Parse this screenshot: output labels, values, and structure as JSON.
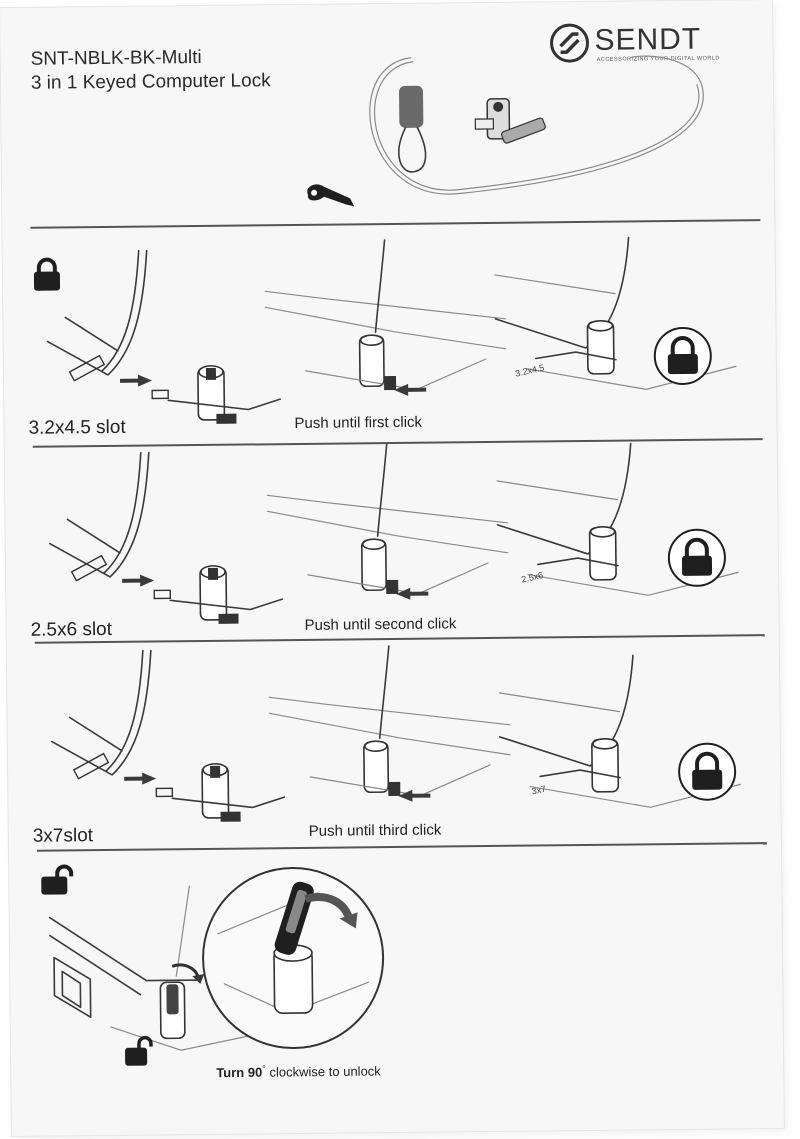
{
  "header": {
    "model": "SNT-NBLK-BK-Multi",
    "product": "3 in 1 Keyed Computer Lock"
  },
  "brand": {
    "name": "SENDT",
    "tagline": "ACCESSORIZING YOUR DIGITAL WORLD"
  },
  "steps": [
    {
      "slot_label": "3.2x4.5 slot",
      "caption": "Push until first click",
      "slot_marking": "3.2x4.5"
    },
    {
      "slot_label": "2.5x6 slot",
      "caption": "Push until second click",
      "slot_marking": "2.5x6"
    },
    {
      "slot_label": "3x7slot",
      "caption": "Push until third click",
      "slot_marking": "3x7"
    }
  ],
  "unlock": {
    "instruction_prefix": "Turn 90",
    "degree_mark": "°",
    "instruction_suffix": " clockwise to unlock"
  },
  "icons": {
    "locked": "padlock-closed-icon",
    "unlocked": "padlock-open-icon"
  },
  "colors": {
    "ink": "#1f1f1f",
    "paper": "#f7f7f8"
  }
}
